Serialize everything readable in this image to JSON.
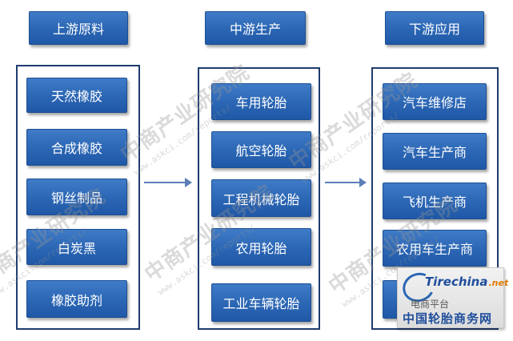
{
  "headers": {
    "upstream": "上游原料",
    "midstream": "中游生产",
    "downstream": "下游应用"
  },
  "upstream_items": [
    "天然橡胶",
    "合成橡胶",
    "钢丝制品",
    "白炭黑",
    "橡胶助剂"
  ],
  "midstream_items": [
    "车用轮胎",
    "航空轮胎",
    "工程机械轮胎",
    "农用轮胎",
    "工业车辆轮胎"
  ],
  "downstream_items": [
    "汽车维修店",
    "汽车生产商",
    "飞机生产商",
    "农用车生产商"
  ],
  "watermark": {
    "text": "中商产业研究院",
    "url": "www.askci.com/reports/"
  },
  "logo": {
    "brand": "Tirechina",
    "brand_suffix": ".net",
    "subtitle": "电商平台",
    "name": "中国轮胎商务网"
  },
  "colors": {
    "box_fill": "#2b66b4",
    "frame_border": "#1e3c6e",
    "arrow": "#5b7fb8"
  }
}
